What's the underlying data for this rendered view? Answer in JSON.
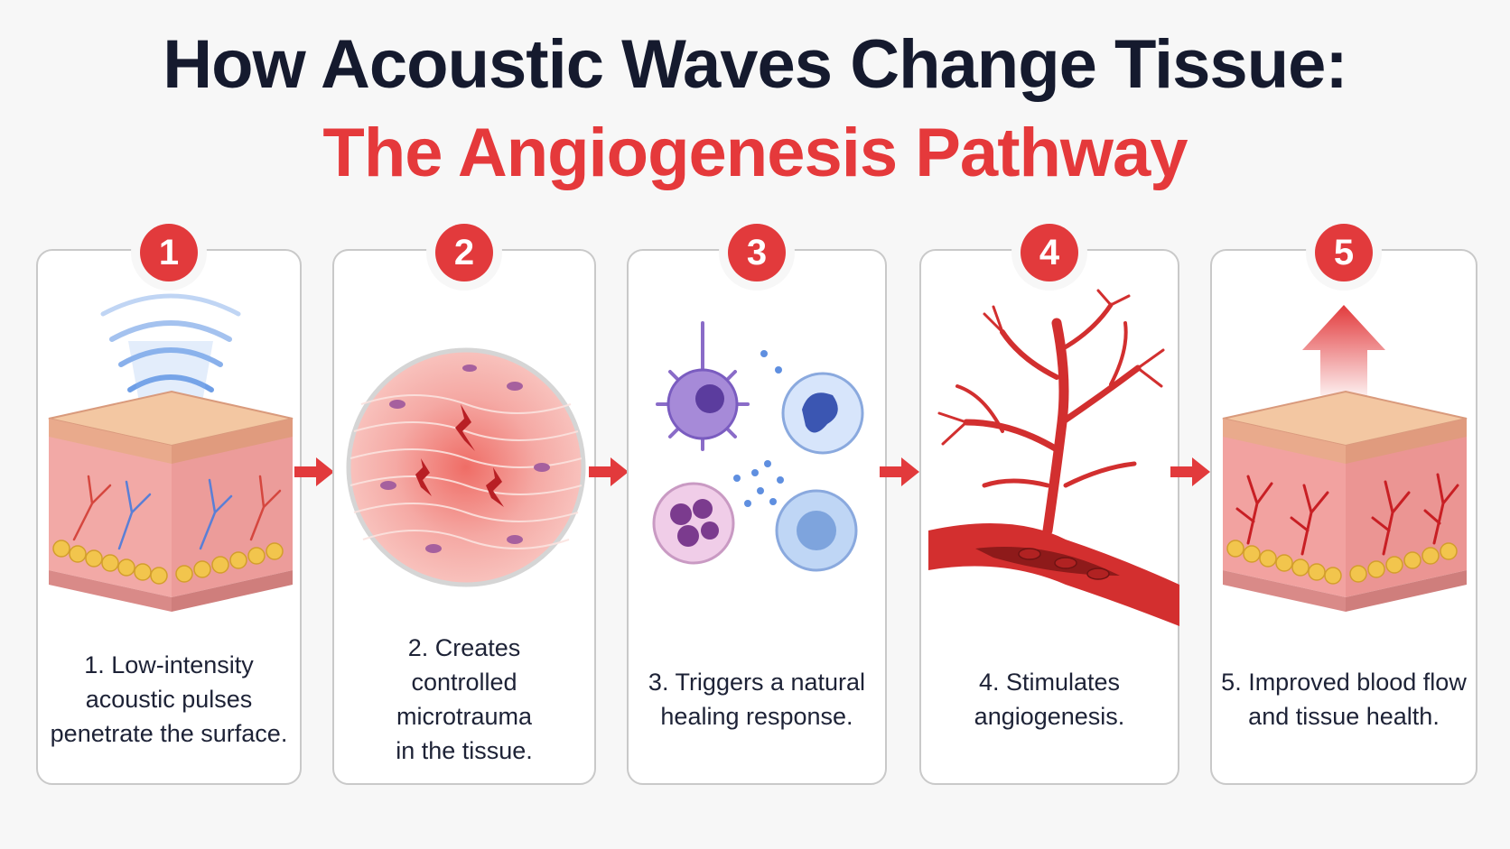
{
  "title": {
    "line1": "How Acoustic Waves Change Tissue:",
    "line2": "The Angiogenesis Pathway"
  },
  "colors": {
    "title_dark": "#151a2e",
    "accent_red": "#e23a3c",
    "card_border": "#c9c9c9"
  },
  "steps": [
    {
      "number": "1",
      "caption": "1. Low-intensity\nacoustic pulses\npenetrate the surface.",
      "icon": "skin-block-with-waves-icon"
    },
    {
      "number": "2",
      "caption": "2. Creates\ncontrolled microtrauma\nin the tissue.",
      "icon": "microtrauma-tissue-icon"
    },
    {
      "number": "3",
      "caption": "3. Triggers a natural\nhealing response.",
      "icon": "immune-cells-icon"
    },
    {
      "number": "4",
      "caption": "4. Stimulates\nangiogenesis.",
      "icon": "blood-vessel-tree-icon"
    },
    {
      "number": "5",
      "caption": "5. Improved blood flow\nand tissue health.",
      "icon": "healthy-skin-block-icon"
    }
  ]
}
